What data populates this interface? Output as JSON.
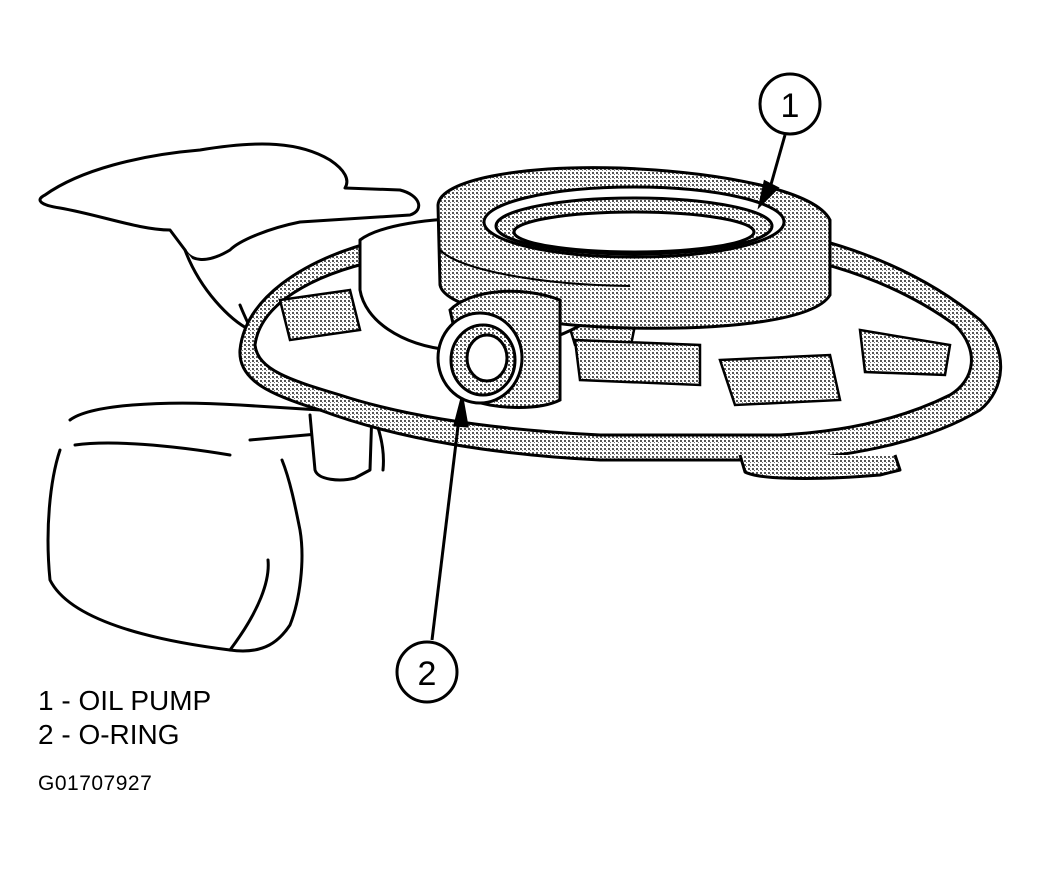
{
  "callouts": [
    {
      "number": "1"
    },
    {
      "number": "2"
    }
  ],
  "legend": [
    {
      "text": "1 - OIL PUMP"
    },
    {
      "text": "2 - O-RING"
    }
  ],
  "figure_id": "G01707927",
  "colors": {
    "ink": "#000000",
    "stipple": "#9a9a9a",
    "paper": "#ffffff"
  }
}
